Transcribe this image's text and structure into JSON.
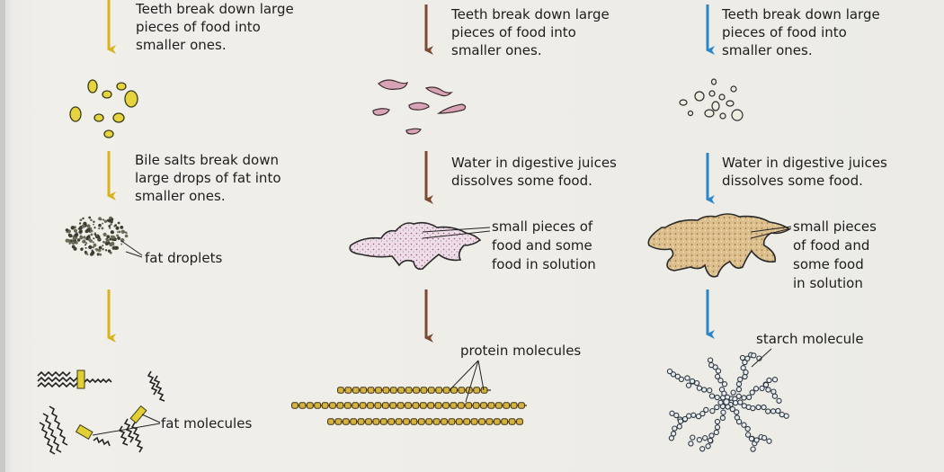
{
  "columns": [
    {
      "id": "fat",
      "arrow_color": "#d9b21c",
      "step1_text": [
        "Teeth break down large",
        "pieces of food into",
        "smaller ones."
      ],
      "step2_text": [
        "Bile salts break down",
        "large drops of fat into",
        "smaller ones."
      ],
      "droplets_label": "fat droplets",
      "molecules_label": "fat molecules"
    },
    {
      "id": "protein",
      "arrow_color": "#7b4a33",
      "step1_text": [
        "Teeth break down large",
        "pieces of food into",
        "smaller ones."
      ],
      "step2_text": [
        "Water in digestive juices",
        "dissolves some food."
      ],
      "pieces_label": [
        "small pieces of",
        "food and some",
        "food in solution"
      ],
      "molecules_label": "protein molecules"
    },
    {
      "id": "starch",
      "arrow_color": "#2a86c9",
      "step1_text": [
        "Teeth break down large",
        "pieces of food into",
        "smaller ones."
      ],
      "step2_text": [
        "Water in digestive juices",
        "dissolves some food."
      ],
      "pieces_label": [
        "small pieces",
        "of food and",
        "some food",
        "in solution"
      ],
      "molecules_label": "starch molecule"
    }
  ],
  "colors": {
    "fat_yellow": "#e3d23a",
    "protein_pink": "#d9a3b6",
    "starch_tan": "#d8b47a",
    "bead_dark": "#4a3a1c",
    "starch_bead": "#e8ecef"
  }
}
